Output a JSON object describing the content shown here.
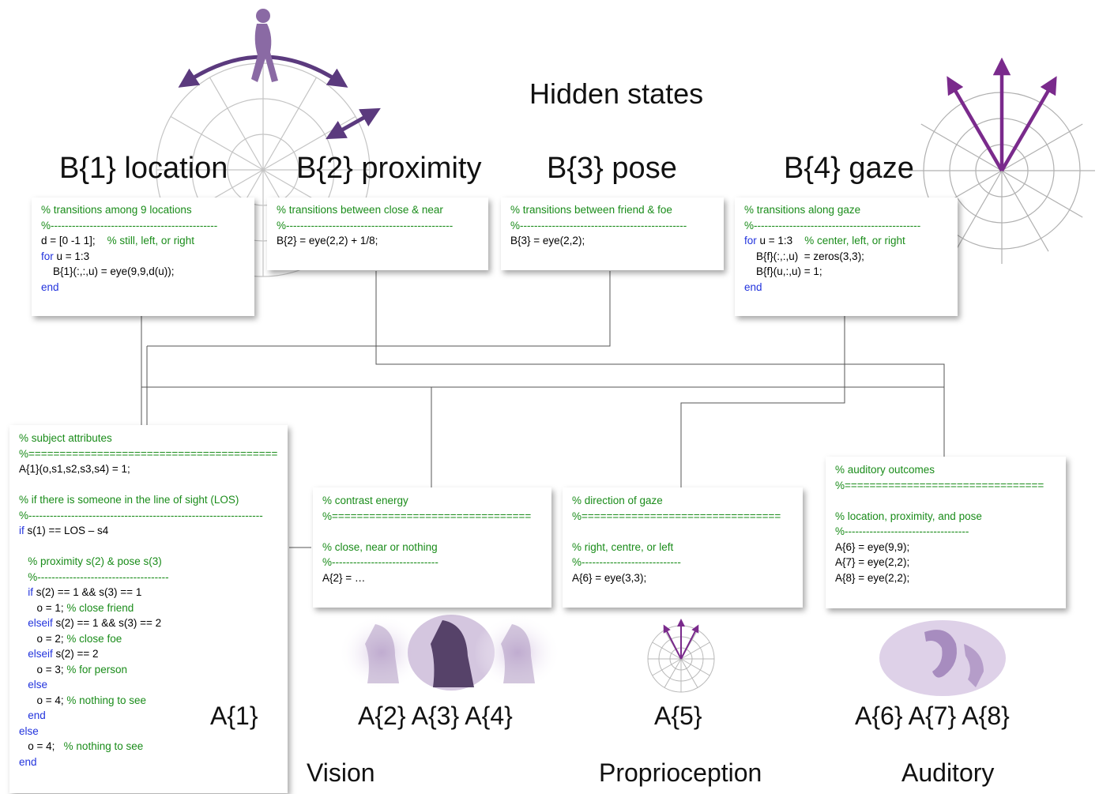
{
  "title": "Hidden states",
  "hidden_states": [
    {
      "label": "B{1} location",
      "code": [
        [
          [
            "c",
            "% transitions among 9 locations"
          ]
        ],
        [
          [
            "c",
            "%-----------------------------------------------"
          ]
        ],
        [
          [
            "t",
            "d = [0 -1 1];    "
          ],
          [
            "c",
            "% still, left, or right"
          ]
        ],
        [
          [
            "k",
            "for"
          ],
          [
            "t",
            " u = 1:3"
          ]
        ],
        [
          [
            "t",
            "    B{1}(:,:,u) = eye(9,9,d(u));"
          ]
        ],
        [
          [
            "k",
            "end"
          ]
        ]
      ]
    },
    {
      "label": "B{2} proximity",
      "code": [
        [
          [
            "c",
            "% transitions between close & near"
          ]
        ],
        [
          [
            "c",
            "%-----------------------------------------------"
          ]
        ],
        [
          [
            "t",
            "B{2} = eye(2,2) + 1/8;"
          ]
        ]
      ]
    },
    {
      "label": "B{3} pose",
      "code": [
        [
          [
            "c",
            "% transitions between friend & foe"
          ]
        ],
        [
          [
            "c",
            "%-----------------------------------------------"
          ]
        ],
        [
          [
            "t",
            "B{3} = eye(2,2);"
          ]
        ]
      ]
    },
    {
      "label": "B{4} gaze",
      "code": [
        [
          [
            "c",
            "% transitions along gaze"
          ]
        ],
        [
          [
            "c",
            "%-----------------------------------------------"
          ]
        ],
        [
          [
            "k",
            "for"
          ],
          [
            "t",
            " u = 1:3    "
          ],
          [
            "c",
            "% center, left, or right"
          ]
        ],
        [
          [
            "t",
            "    B{f}(:,:,u)  = zeros(3,3);"
          ]
        ],
        [
          [
            "t",
            "    B{f}(u,:,u) = 1;"
          ]
        ],
        [
          [
            "k",
            "end"
          ]
        ]
      ]
    }
  ],
  "outcomes": [
    {
      "label": "A{1}",
      "code": [
        [
          [
            "c",
            "% subject attributes"
          ]
        ],
        [
          [
            "c",
            "%========================================"
          ]
        ],
        [
          [
            "t",
            "A{1}(o,s1,s2,s3,s4) = 1;"
          ]
        ],
        [
          [
            "t",
            ""
          ]
        ],
        [
          [
            "c",
            "% if there is someone in the line of sight (LOS)"
          ]
        ],
        [
          [
            "c",
            "%------------------------------------------------------------------"
          ]
        ],
        [
          [
            "k",
            "if"
          ],
          [
            "t",
            " s(1) == LOS – s4"
          ]
        ],
        [
          [
            "t",
            ""
          ]
        ],
        [
          [
            "t",
            "   "
          ],
          [
            "c",
            "% proximity s(2) & pose s(3)"
          ]
        ],
        [
          [
            "t",
            "   "
          ],
          [
            "c",
            "%-------------------------------------"
          ]
        ],
        [
          [
            "t",
            "   "
          ],
          [
            "k",
            "if"
          ],
          [
            "t",
            " s(2) == 1 && s(3) == 1"
          ]
        ],
        [
          [
            "t",
            "      o = 1; "
          ],
          [
            "c",
            "% close friend"
          ]
        ],
        [
          [
            "t",
            "   "
          ],
          [
            "k",
            "elseif"
          ],
          [
            "t",
            " s(2) == 1 && s(3) == 2"
          ]
        ],
        [
          [
            "t",
            "      o = 2; "
          ],
          [
            "c",
            "% close foe"
          ]
        ],
        [
          [
            "t",
            "   "
          ],
          [
            "k",
            "elseif"
          ],
          [
            "t",
            " s(2) == 2"
          ]
        ],
        [
          [
            "t",
            "      o = 3; "
          ],
          [
            "c",
            "% for person"
          ]
        ],
        [
          [
            "t",
            "   "
          ],
          [
            "k",
            "else"
          ]
        ],
        [
          [
            "t",
            "      o = 4; "
          ],
          [
            "c",
            "% nothing to see"
          ]
        ],
        [
          [
            "t",
            "   "
          ],
          [
            "k",
            "end"
          ]
        ],
        [
          [
            "k",
            "else"
          ]
        ],
        [
          [
            "t",
            "   o = 4;   "
          ],
          [
            "c",
            "% nothing to see"
          ]
        ],
        [
          [
            "k",
            "end"
          ]
        ]
      ]
    },
    {
      "label": "A{2} A{3} A{4}",
      "code": [
        [
          [
            "c",
            "% contrast energy"
          ]
        ],
        [
          [
            "c",
            "%================================"
          ]
        ],
        [
          [
            "t",
            ""
          ]
        ],
        [
          [
            "c",
            "% close, near or nothing"
          ]
        ],
        [
          [
            "c",
            "%------------------------------"
          ]
        ],
        [
          [
            "t",
            "A{2} = …"
          ]
        ]
      ]
    },
    {
      "label": "A{5}",
      "code": [
        [
          [
            "c",
            "% direction of gaze"
          ]
        ],
        [
          [
            "c",
            "%================================"
          ]
        ],
        [
          [
            "t",
            ""
          ]
        ],
        [
          [
            "c",
            "% right, centre, or left"
          ]
        ],
        [
          [
            "c",
            "%----------------------------"
          ]
        ],
        [
          [
            "t",
            "A{6} = eye(3,3);"
          ]
        ]
      ]
    },
    {
      "label": "A{6} A{7} A{8}",
      "code": [
        [
          [
            "c",
            "% auditory outcomes"
          ]
        ],
        [
          [
            "c",
            "%================================"
          ]
        ],
        [
          [
            "t",
            ""
          ]
        ],
        [
          [
            "c",
            "% location, proximity, and pose"
          ]
        ],
        [
          [
            "c",
            "%-----------------------------------"
          ]
        ],
        [
          [
            "t",
            "A{6} = eye(9,9);"
          ]
        ],
        [
          [
            "t",
            "A{7} = eye(2,2);"
          ]
        ],
        [
          [
            "t",
            "A{8} = eye(2,2);"
          ]
        ]
      ]
    }
  ],
  "modalities": [
    "Vision",
    "Proprioception",
    "Auditory"
  ],
  "colors": {
    "comment": "#1a8c1a",
    "keyword": "#2233dd",
    "arrow": "#5b3a7e",
    "gaze": "#7a2a8c",
    "grid": "#b8b8b8",
    "silhouette": "#8a6aa4"
  }
}
